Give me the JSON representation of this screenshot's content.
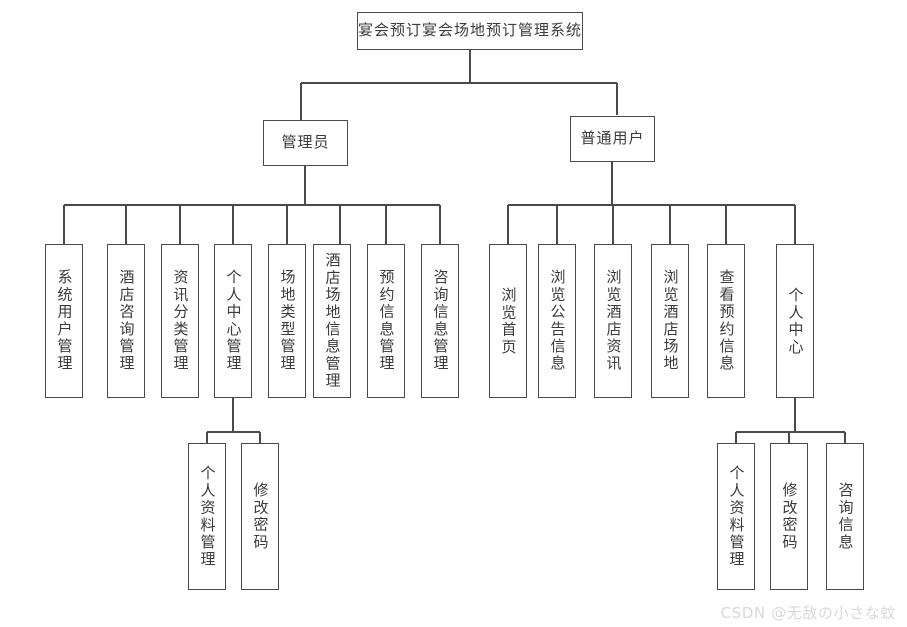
{
  "diagram": {
    "type": "tree",
    "title": "宴会预订宴会场地预订管理系统",
    "watermark": "CSDN @无敌の小さな蚊",
    "colors": {
      "node_border": "#4a4a4a",
      "node_fill": "#ffffff",
      "connector": "#4a4a4a",
      "text": "#3b3b3b",
      "background": "#ffffff",
      "watermark": "#d8d8d8"
    },
    "root": {
      "label": "宴会预订宴会场地预订管理系统"
    },
    "branches": [
      {
        "label": "管理员"
      },
      {
        "label": "普通用户"
      }
    ],
    "admin_children": [
      {
        "label": "系统用户管理"
      },
      {
        "label": "酒店咨询管理"
      },
      {
        "label": "资讯分类管理"
      },
      {
        "label": "个人中心管理"
      },
      {
        "label": "场地类型管理"
      },
      {
        "label": "酒店场地信息管理"
      },
      {
        "label": "预约信息管理"
      },
      {
        "label": "咨询信息管理"
      }
    ],
    "admin_center_children": [
      {
        "label": "个人资料管理"
      },
      {
        "label": "修改密码"
      }
    ],
    "user_children": [
      {
        "label": "浏览首页"
      },
      {
        "label": "浏览公告信息"
      },
      {
        "label": "浏览酒店资讯"
      },
      {
        "label": "浏览酒店场地"
      },
      {
        "label": "查看预约信息"
      },
      {
        "label": "个人中心"
      }
    ],
    "user_center_children": [
      {
        "label": "个人资料管理"
      },
      {
        "label": "修改密码"
      },
      {
        "label": "咨询信息"
      }
    ]
  }
}
